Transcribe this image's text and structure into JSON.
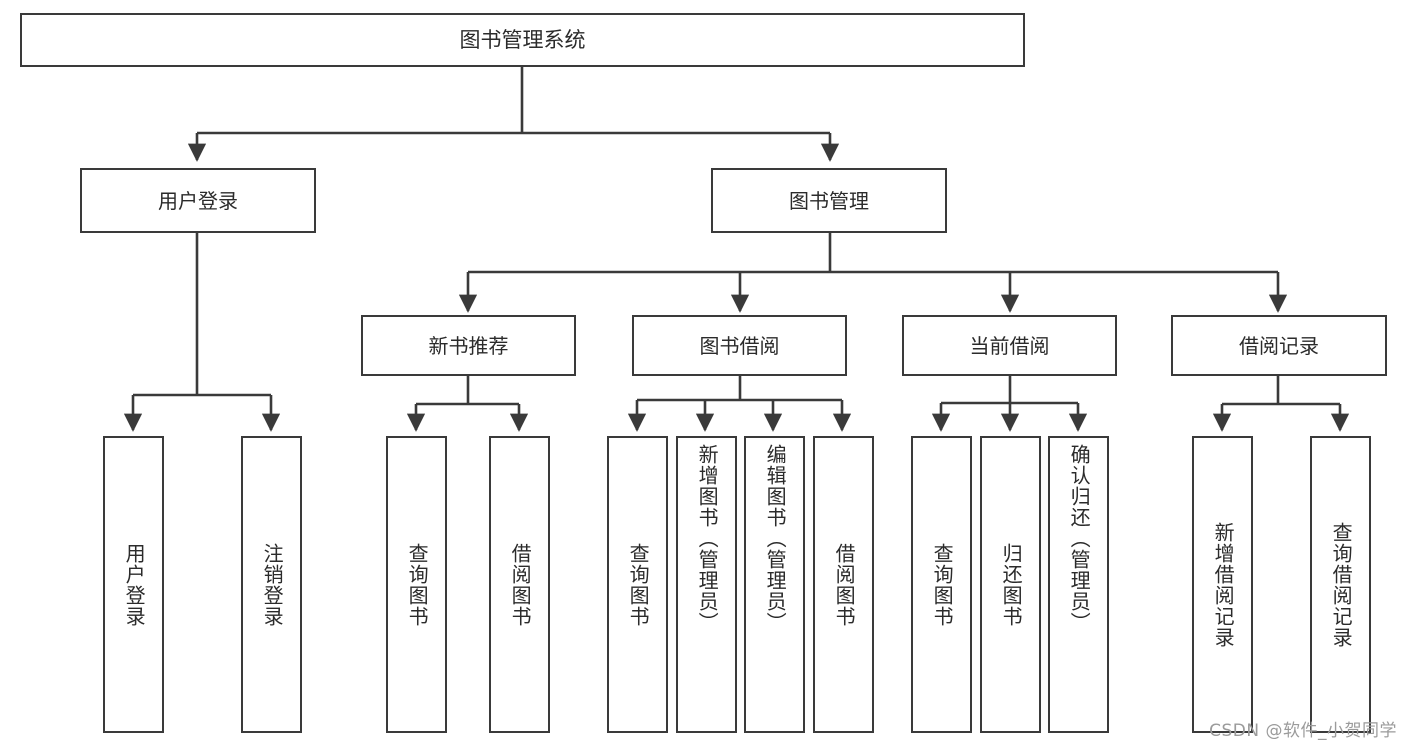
{
  "diagram": {
    "title": "图书管理系统",
    "watermark": "CSDN @软件_小贺同学",
    "root": {
      "label": "图书管理系统"
    },
    "level2": [
      {
        "label": "用户登录"
      },
      {
        "label": "图书管理"
      }
    ],
    "level3": [
      {
        "label": "新书推荐"
      },
      {
        "label": "图书借阅"
      },
      {
        "label": "当前借阅"
      },
      {
        "label": "借阅记录"
      }
    ],
    "leaves": {
      "user_login": [
        {
          "label": "用户登录"
        },
        {
          "label": "注销登录"
        }
      ],
      "new_book_recommend": [
        {
          "label": "查询图书"
        },
        {
          "label": "借阅图书"
        }
      ],
      "book_borrow": [
        {
          "label": "查询图书"
        },
        {
          "label": "新增图书（管理员）"
        },
        {
          "label": "编辑图书（管理员）"
        },
        {
          "label": "借阅图书"
        }
      ],
      "current_borrow": [
        {
          "label": "查询图书"
        },
        {
          "label": "归还图书"
        },
        {
          "label": "确认归还（管理员）"
        }
      ],
      "borrow_record": [
        {
          "label": "新增借阅记录"
        },
        {
          "label": "查询借阅记录"
        }
      ]
    }
  },
  "colors": {
    "stroke": "#3a3a3a",
    "text": "#2b2b2b",
    "background": "#ffffff",
    "watermark": "#9b9b9b"
  }
}
